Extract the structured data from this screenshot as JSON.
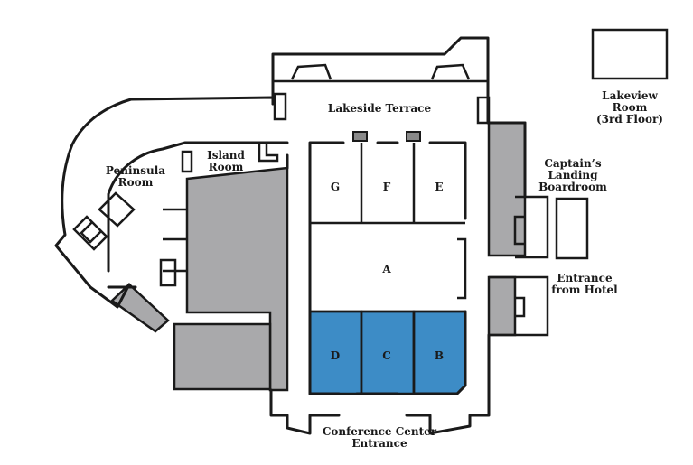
{
  "colors": {
    "wall": "#1a1a1a",
    "service_area": "#a9a9ab",
    "highlight": "#3d8cc6",
    "background": "#ffffff"
  },
  "rooms": {
    "lakeview": [
      "Lakeview",
      "Room",
      "(3rd Floor)"
    ],
    "lakeside_terrace": "Lakeside Terrace",
    "island": [
      "Island",
      "Room"
    ],
    "peninsula": [
      "Peninsula",
      "Room"
    ],
    "captains_landing": [
      "Captain’s",
      "Landing",
      "Boardroom"
    ],
    "entrance_hotel": [
      "Entrance",
      "from Hotel"
    ],
    "conference_entrance": [
      "Conference Center",
      "Entrance"
    ]
  },
  "sections": {
    "g": "G",
    "f": "F",
    "e": "E",
    "a": "A",
    "d": "D",
    "c": "C",
    "b": "B"
  },
  "highlighted_sections": [
    "D",
    "C",
    "B"
  ]
}
